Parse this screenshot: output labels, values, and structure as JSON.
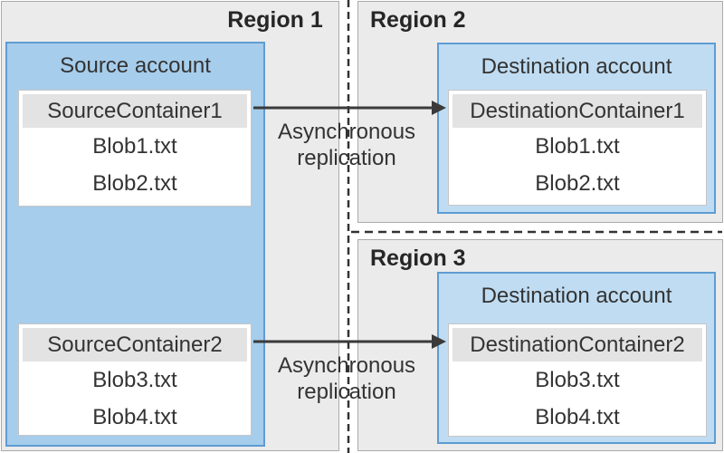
{
  "regions": {
    "region1": {
      "title": "Region 1"
    },
    "region2": {
      "title": "Region 2"
    },
    "region3": {
      "title": "Region 3"
    }
  },
  "source_account": {
    "label": "Source account",
    "container1": {
      "name": "SourceContainer1",
      "blobs": [
        "Blob1.txt",
        "Blob2.txt"
      ]
    },
    "container2": {
      "name": "SourceContainer2",
      "blobs": [
        "Blob3.txt",
        "Blob4.txt"
      ]
    }
  },
  "destination_region2": {
    "label": "Destination account",
    "container": {
      "name": "DestinationContainer1",
      "blobs": [
        "Blob1.txt",
        "Blob2.txt"
      ]
    }
  },
  "destination_region3": {
    "label": "Destination account",
    "container": {
      "name": "DestinationContainer2",
      "blobs": [
        "Blob3.txt",
        "Blob4.txt"
      ]
    }
  },
  "arrows": {
    "top": {
      "line1": "Asynchronous",
      "line2": "replication"
    },
    "bottom": {
      "line1": "Asynchronous",
      "line2": "replication"
    }
  },
  "colors": {
    "region_fill": "#EBEBEB",
    "region_border": "#ABABAB",
    "source_account_fill": "#A6CDEB",
    "destination_account_fill": "#BFDCF2",
    "account_border": "#5E9CD3",
    "container_fill": "#FFFFFF",
    "container_header_fill": "#E3E3E3",
    "line_color": "#3A3A3A",
    "text_color": "#333333"
  }
}
